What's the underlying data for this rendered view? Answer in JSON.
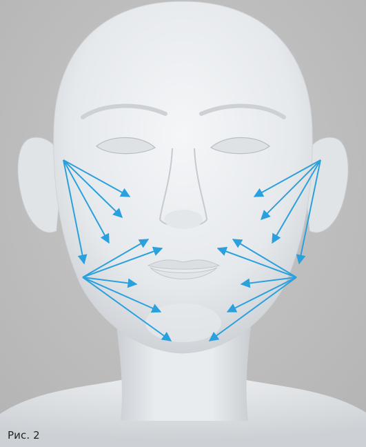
{
  "figure": {
    "caption": "Рис. 2"
  },
  "colors": {
    "background": "#bdbdbd",
    "skin": "#e9ecef",
    "skin_shadow": "#c5c8cc",
    "arrow": "#2aa0dd"
  },
  "illustration": {
    "subject": "face-model",
    "arrow_groups": [
      {
        "side": "left",
        "origin": "upper-cheek",
        "count": 4
      },
      {
        "side": "left",
        "origin": "jaw",
        "count": 5
      },
      {
        "side": "right",
        "origin": "upper-cheek",
        "count": 4
      },
      {
        "side": "right",
        "origin": "jaw",
        "count": 5
      }
    ]
  }
}
